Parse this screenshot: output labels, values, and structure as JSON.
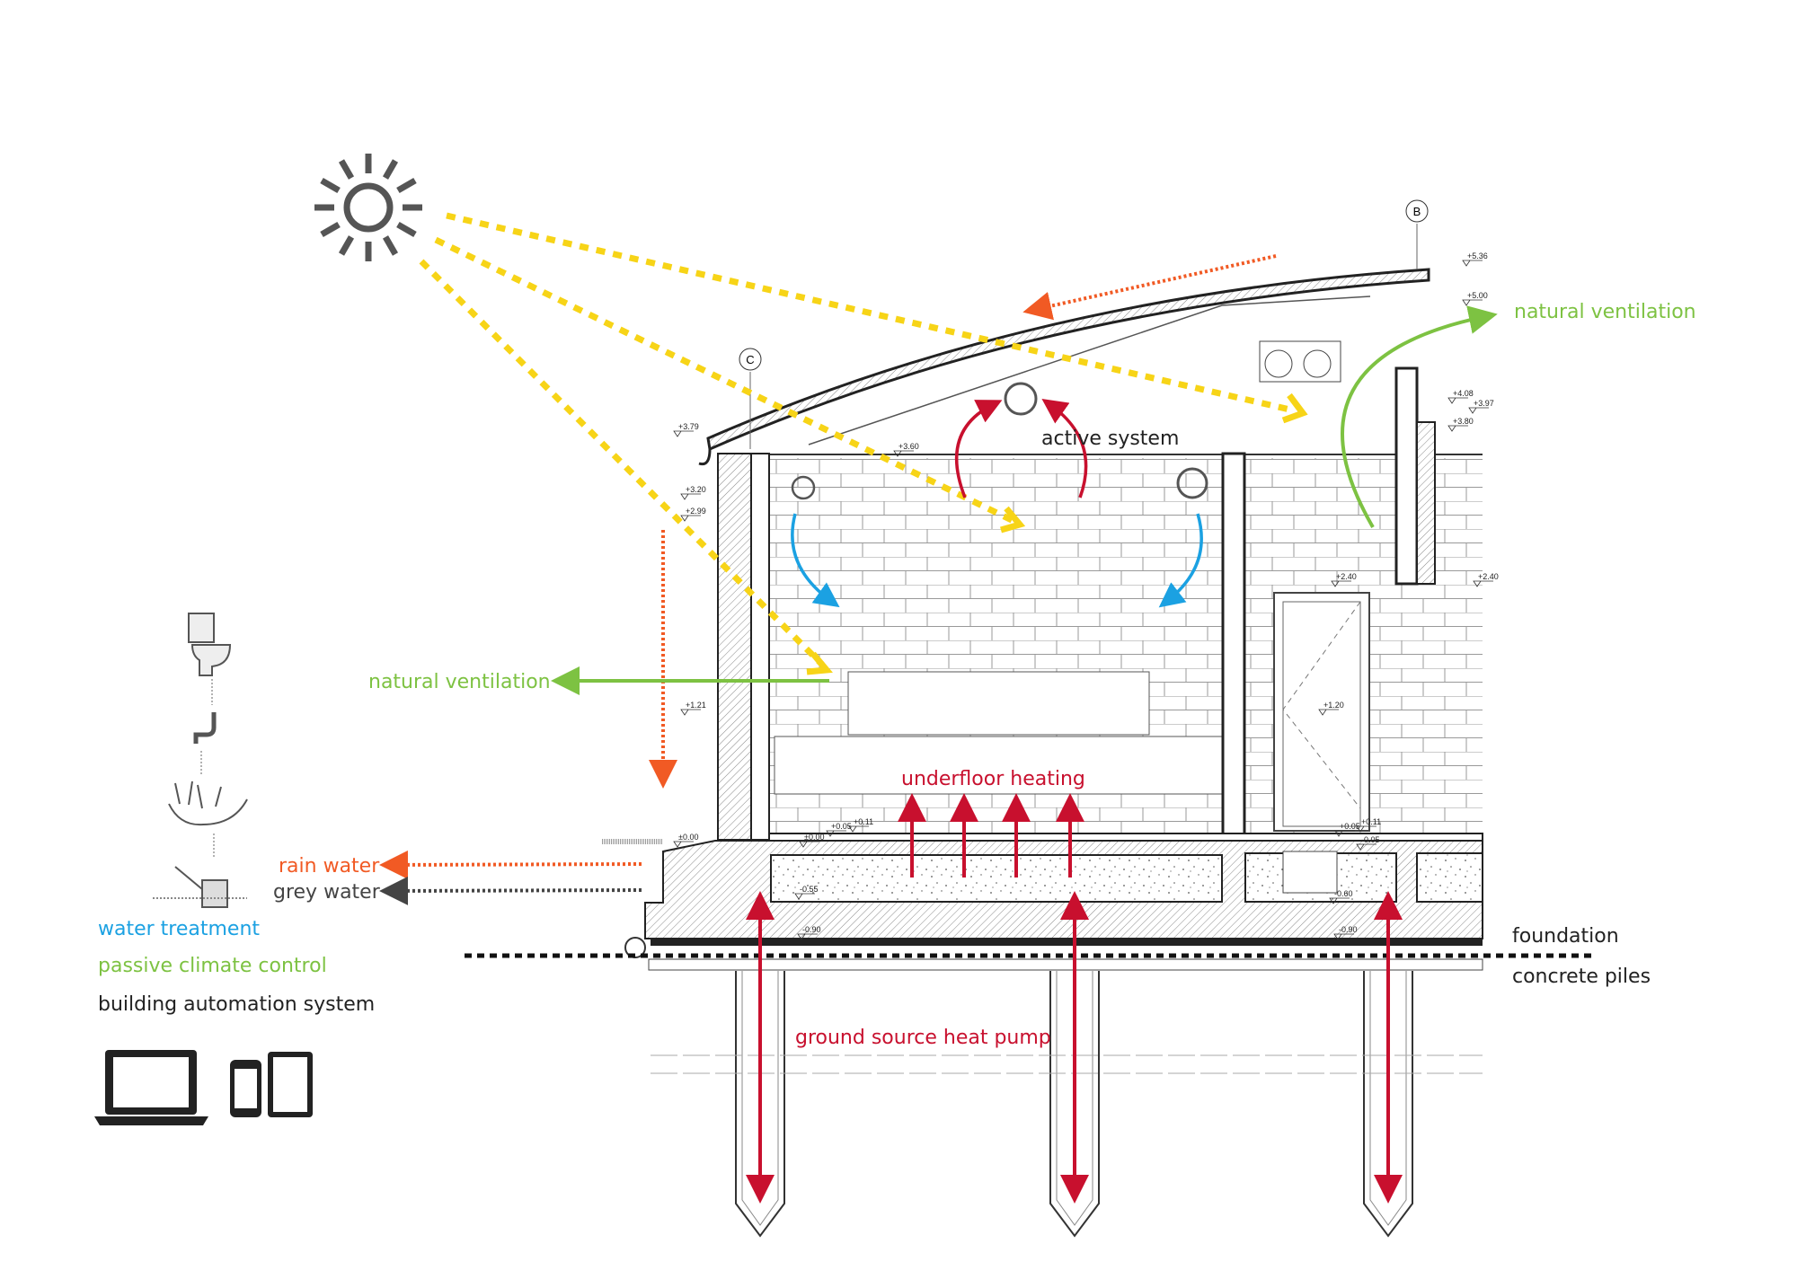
{
  "colors": {
    "sun_rays": "#f7d417",
    "rain": "#f15a24",
    "ventilation": "#7dc242",
    "heating": "#c8102e",
    "cooling": "#1ba1e2",
    "grey": "#444444"
  },
  "labels": {
    "natural_ventilation_top": "natural ventilation",
    "natural_ventilation_left": "natural ventilation",
    "active_system": "active system",
    "underfloor_heating": "underfloor heating",
    "rain_water": "rain water",
    "grey_water": "grey water",
    "water_treatment": "water treatment",
    "passive_climate_control": "passive climate control",
    "building_automation_system": "building automation system",
    "foundation": "foundation",
    "concrete_piles": "concrete piles",
    "ground_source_heat_pump": "ground source heat pump"
  },
  "grid_markers": {
    "c": "C",
    "b": "B"
  },
  "elevations": [
    "+5.36",
    "+5.00",
    "+4.08",
    "+3.97",
    "+3.80",
    "+3.79",
    "+3.60",
    "+3.20",
    "+2.99",
    "+2.40",
    "+2.40",
    "+1.21",
    "+1.20",
    "±0.00",
    "+0.05",
    "+0.11",
    "±0.00",
    "+0.05",
    "+0.11",
    "-0.05",
    "-0.55",
    "-0.60",
    "-0.90",
    "-0.90"
  ],
  "icons": [
    "sun-icon",
    "toilet-icon",
    "pipe-icon",
    "plant-basin-icon",
    "watering-can-icon",
    "laptop-icon",
    "phone-icon",
    "tablet-icon"
  ]
}
